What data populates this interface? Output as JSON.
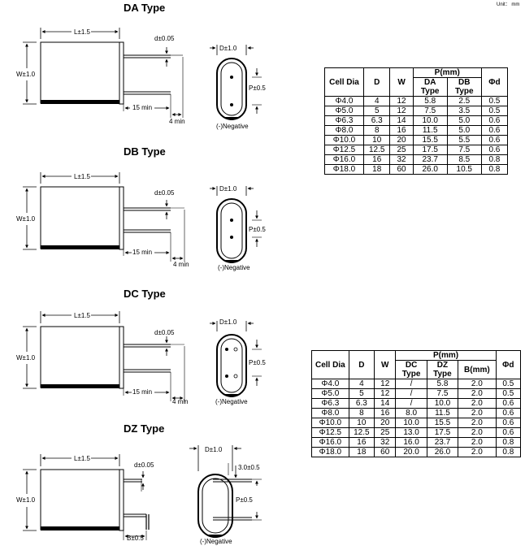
{
  "unit_label": "Unit： mm",
  "sections": [
    {
      "title": "DA Type"
    },
    {
      "title": "DB Type"
    },
    {
      "title": "DC Type"
    },
    {
      "title": "DZ Type"
    }
  ],
  "dims": {
    "length": "L±1.5",
    "width": "W±1.0",
    "lead_dia": "d±0.05",
    "lead_dia_dz": "d±0.05",
    "min15": "15 min",
    "min4": "4 min",
    "D": "D±1.0",
    "P": "P±0.5",
    "negative": "(-)Negative",
    "B": "B±0.5",
    "dz_offset": "3.0±0.5"
  },
  "table1": {
    "headers": {
      "cell_dia": "Cell Dia",
      "D": "D",
      "W": "W",
      "P": "P(mm)",
      "DA": "DA Type",
      "DB": "DB Type",
      "d": "Φd"
    },
    "rows": [
      [
        "Φ4.0",
        "4",
        "12",
        "5.8",
        "2.5",
        "0.5"
      ],
      [
        "Φ5.0",
        "5",
        "12",
        "7.5",
        "3.5",
        "0.5"
      ],
      [
        "Φ6.3",
        "6.3",
        "14",
        "10.0",
        "5.0",
        "0.6"
      ],
      [
        "Φ8.0",
        "8",
        "16",
        "11.5",
        "5.0",
        "0.6"
      ],
      [
        "Φ10.0",
        "10",
        "20",
        "15.5",
        "5.5",
        "0.6"
      ],
      [
        "Φ12.5",
        "12.5",
        "25",
        "17.5",
        "7.5",
        "0.6"
      ],
      [
        "Φ16.0",
        "16",
        "32",
        "23.7",
        "8.5",
        "0.8"
      ],
      [
        "Φ18.0",
        "18",
        "60",
        "26.0",
        "10.5",
        "0.8"
      ]
    ]
  },
  "table2": {
    "headers": {
      "cell_dia": "Cell Dia",
      "D": "D",
      "W": "W",
      "P": "P(mm)",
      "DC": "DC Type",
      "DZ": "DZ Type",
      "B": "B(mm)",
      "d": "Φd"
    },
    "rows": [
      [
        "Φ4.0",
        "4",
        "12",
        "/",
        "5.8",
        "2.0",
        "0.5"
      ],
      [
        "Φ5.0",
        "5",
        "12",
        "/",
        "7.5",
        "2.0",
        "0.5"
      ],
      [
        "Φ6.3",
        "6.3",
        "14",
        "/",
        "10.0",
        "2.0",
        "0.6"
      ],
      [
        "Φ8.0",
        "8",
        "16",
        "8.0",
        "11.5",
        "2.0",
        "0.6"
      ],
      [
        "Φ10.0",
        "10",
        "20",
        "10.0",
        "15.5",
        "2.0",
        "0.6"
      ],
      [
        "Φ12.5",
        "12.5",
        "25",
        "13.0",
        "17.5",
        "2.0",
        "0.6"
      ],
      [
        "Φ16.0",
        "16",
        "32",
        "16.0",
        "23.7",
        "2.0",
        "0.8"
      ],
      [
        "Φ18.0",
        "18",
        "60",
        "20.0",
        "26.0",
        "2.0",
        "0.8"
      ]
    ]
  }
}
